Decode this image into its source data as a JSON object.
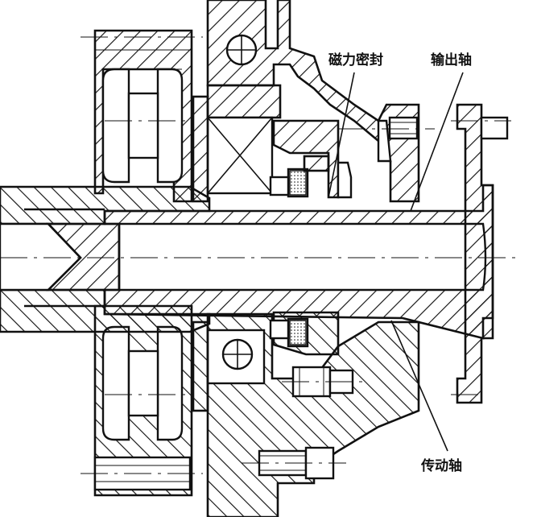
{
  "labels": {
    "magnetic_seal": "磁力密封",
    "output_shaft": "输出轴",
    "drive_shaft": "传动轴"
  }
}
